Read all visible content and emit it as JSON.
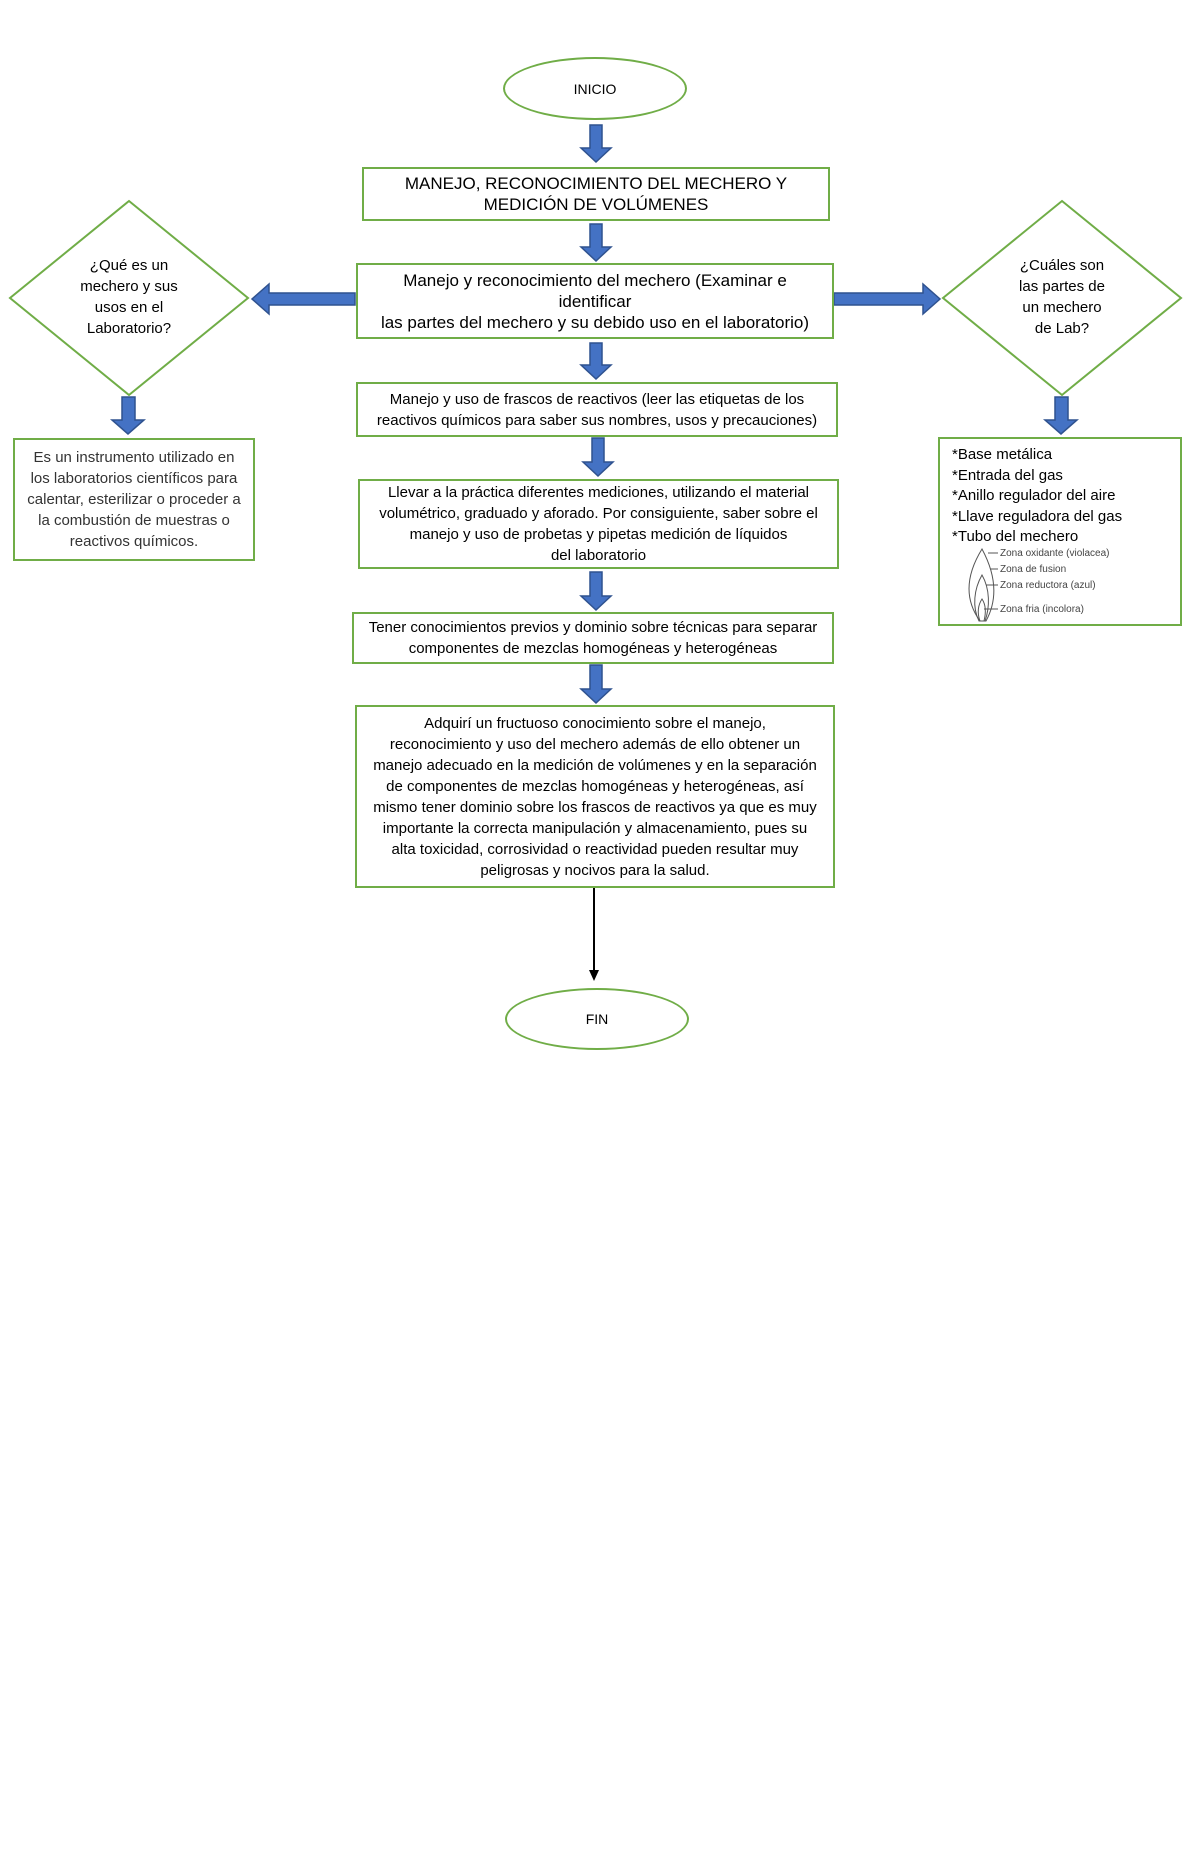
{
  "start": "INICIO",
  "end": "FIN",
  "title_box": "MANEJO, RECONOCIMIENTO DEL MECHERO Y\nMEDICIÓN DE VOLÚMENES",
  "step1": "Manejo y reconocimiento del mechero (Examinar e identificar\nlas partes del mechero y su debido uso en el laboratorio)",
  "step2": "Manejo y uso de frascos de reactivos (leer las etiquetas de los\nreactivos químicos para saber sus nombres, usos y precauciones)",
  "step3": "Llevar a la práctica diferentes mediciones, utilizando el material\nvolumétrico, graduado y aforado. Por consiguiente, saber sobre el\nmanejo y uso de probetas y pipetas medición de líquidos\ndel laboratorio",
  "step4": "Tener conocimientos previos y dominio sobre técnicas para separar\ncomponentes de mezclas homogéneas y heterogéneas",
  "conclusion": "Adquirí un fructuoso conocimiento sobre el manejo,\nreconocimiento y uso del mechero además de ello obtener un\nmanejo adecuado en la medición de volúmenes y en la separación\nde componentes de mezclas homogéneas y heterogéneas, así\nmismo tener dominio sobre los frascos de reactivos ya que es muy\nimportante la correcta manipulación y almacenamiento, pues su\nalta toxicidad, corrosividad o reactividad pueden resultar muy\npeligrosas y nocivos para la salud.",
  "left_question": "¿Qué es un\nmechero y sus\nusos en el\nLaboratorio?",
  "left_answer": "Es un instrumento utilizado en\nlos laboratorios científicos para\ncalentar, esterilizar o proceder a\nla combustión de muestras o\nreactivos químicos.",
  "right_question": "¿Cuáles son\nlas partes de\nun mechero\nde Lab?",
  "right_parts": [
    "*Base metálica",
    "*Entrada del gas",
    "*Anillo regulador del aire",
    "*Llave reguladora del gas",
    "*Tubo del mechero"
  ],
  "flame_zones": [
    "Zona oxidante (violacea)",
    "Zona de fusion",
    "Zona reductora (azul)",
    "Zona fria (incolora)"
  ],
  "colors": {
    "border": "#70ad47",
    "arrow_fill": "#4472c4",
    "arrow_stroke": "#2f528f"
  }
}
